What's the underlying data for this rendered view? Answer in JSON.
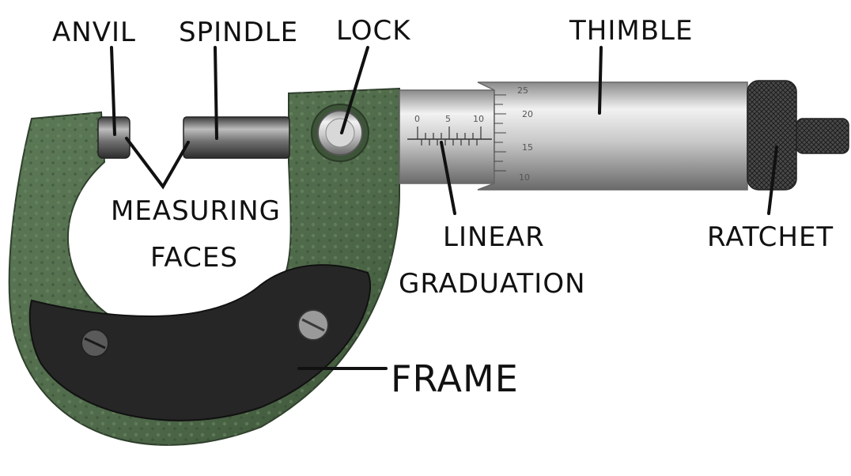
{
  "labels": {
    "anvil": "ANVIL",
    "spindle": "SPINDLE",
    "lock": "LOCK",
    "thimble": "THIMBLE",
    "measuring": "MEASURING",
    "faces": "FACES",
    "linear": "LINEAR",
    "graduation": "GRADUATION",
    "ratchet": "RATCHET",
    "frame": "FRAME"
  },
  "sleeve_scale": [
    "0",
    "5",
    "10"
  ],
  "thimble_scale": [
    "25",
    "20",
    "15",
    "10"
  ],
  "colors": {
    "frame_green": "#4f6a4a",
    "frame_dark": "#2f3f2c",
    "plate_black": "#262626",
    "steel_light": "#e6e6e6",
    "steel_mid": "#b8b8b8",
    "steel_dark": "#707070",
    "label_text": "#111111",
    "leader_line": "#111111"
  }
}
